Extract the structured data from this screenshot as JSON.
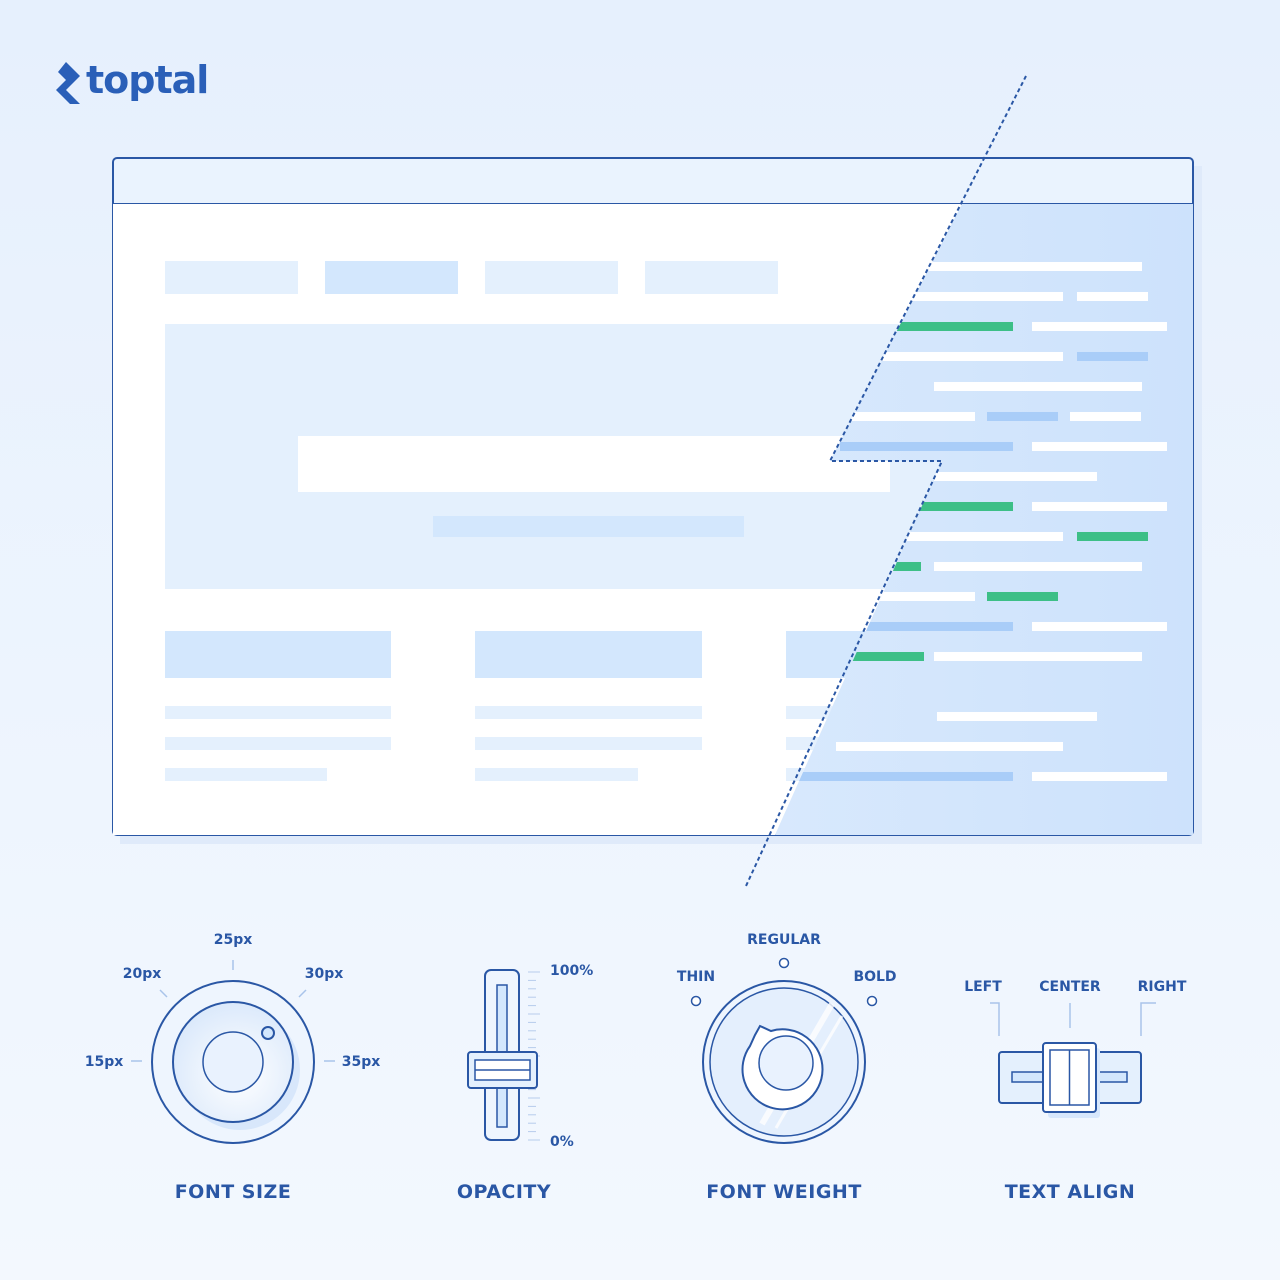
{
  "brand": {
    "name": "toptal",
    "color": "#2a5fb8"
  },
  "colors": {
    "outline": "#2a57a5",
    "light_block": "#e4f0fd",
    "mid_block": "#d3e7fd",
    "code_white": "#ffffff",
    "code_green": "#3dbf87",
    "code_blue": "#a9cdf8"
  },
  "controls": {
    "font_size": {
      "caption": "FONT SIZE",
      "ticks": [
        "15px",
        "20px",
        "25px",
        "30px",
        "35px"
      ]
    },
    "opacity": {
      "caption": "OPACITY",
      "max_label": "100%",
      "min_label": "0%",
      "value_percent": 50
    },
    "font_weight": {
      "caption": "FONT WEIGHT",
      "options": [
        "THIN",
        "REGULAR",
        "BOLD"
      ]
    },
    "text_align": {
      "caption": "TEXT ALIGN",
      "options": [
        "LEFT",
        "CENTER",
        "RIGHT"
      ],
      "selected": "CENTER"
    }
  }
}
